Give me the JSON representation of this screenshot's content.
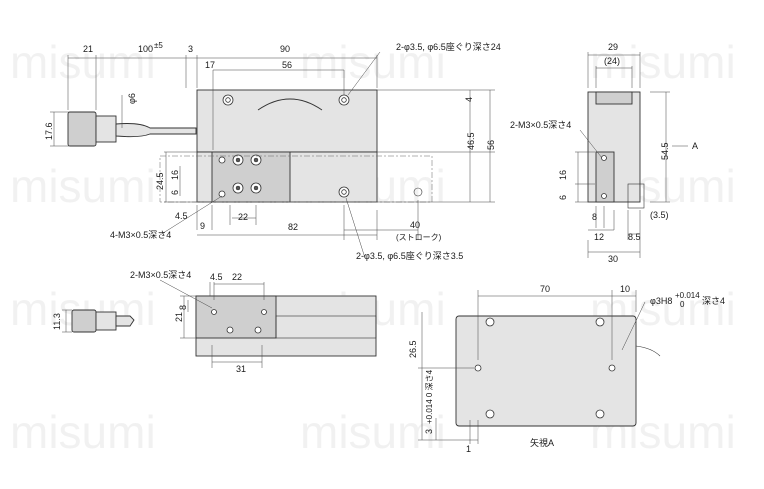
{
  "watermark": "misumi",
  "top_view": {
    "dims_top": [
      "21",
      "100",
      "±5",
      "3",
      "90",
      "17",
      "56"
    ],
    "dim_phi6": "φ6",
    "dim_17_6": "17.6",
    "dim_24_5": "24.5",
    "dim_16": "16",
    "dim_6": "6",
    "dim_4_5": "4.5",
    "dim_9": "9",
    "dim_22": "22",
    "dim_82": "82",
    "dim_40": "40",
    "dim_4": "4",
    "dim_46_5": "46.5",
    "dim_56v": "56",
    "stroke_label": "(ストローク)",
    "note_top": "2-φ3.5, φ6.5座ぐり深さ24",
    "note_bottom": "2-φ3.5, φ6.5座ぐり深さ3.5",
    "note_m3_4": "4-M3×0.5深さ4"
  },
  "side_view": {
    "dim_29": "29",
    "dim_24p": "(24)",
    "note_m3_2": "2-M3×0.5深さ4",
    "dim_54_5": "54.5",
    "arrow_a": "A",
    "dim_16": "16",
    "dim_6": "6",
    "dim_8": "8",
    "dim_3_5p": "(3.5)",
    "dim_12": "12",
    "dim_8_5": "8.5",
    "dim_30": "30"
  },
  "front_view": {
    "note_m3": "2-M3×0.5深さ4",
    "dim_4_5": "4.5",
    "dim_22": "22",
    "dim_8": "8",
    "dim_21": "21",
    "dim_11_3": "11.3",
    "dim_31": "31"
  },
  "bottom_view": {
    "dim_70": "70",
    "dim_10": "10",
    "note_phi3h8": "φ3H8",
    "tol_plus": "+0.014",
    "tol_zero": "0",
    "note_depth": "深さ4",
    "dim_26_5": "26.5",
    "dim_3_v": "3",
    "dim_3_tol": "+0.014 0 深さ4",
    "dim_1": "1",
    "view_label": "矢視A"
  }
}
